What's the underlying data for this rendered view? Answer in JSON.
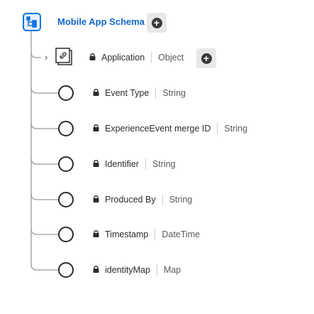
{
  "root": {
    "title": "Mobile App Schema"
  },
  "application": {
    "name": "Application",
    "type": "Object"
  },
  "fields": [
    {
      "name": "Event Type",
      "type": "String"
    },
    {
      "name": "ExperienceEvent merge ID",
      "type": "String"
    },
    {
      "name": "Identifier",
      "type": "String"
    },
    {
      "name": "Produced By",
      "type": "String"
    },
    {
      "name": "Timestamp",
      "type": "DateTime"
    },
    {
      "name": "identityMap",
      "type": "Map"
    }
  ],
  "icons": {
    "root": "schema-tree-icon",
    "add": "add-circle-icon",
    "object": "object-link-icon",
    "field": "circle-field-icon",
    "lock": "lock-icon",
    "expand": "chevron-right-icon"
  },
  "colors": {
    "accent": "#1473e6",
    "title": "#1268c7"
  }
}
